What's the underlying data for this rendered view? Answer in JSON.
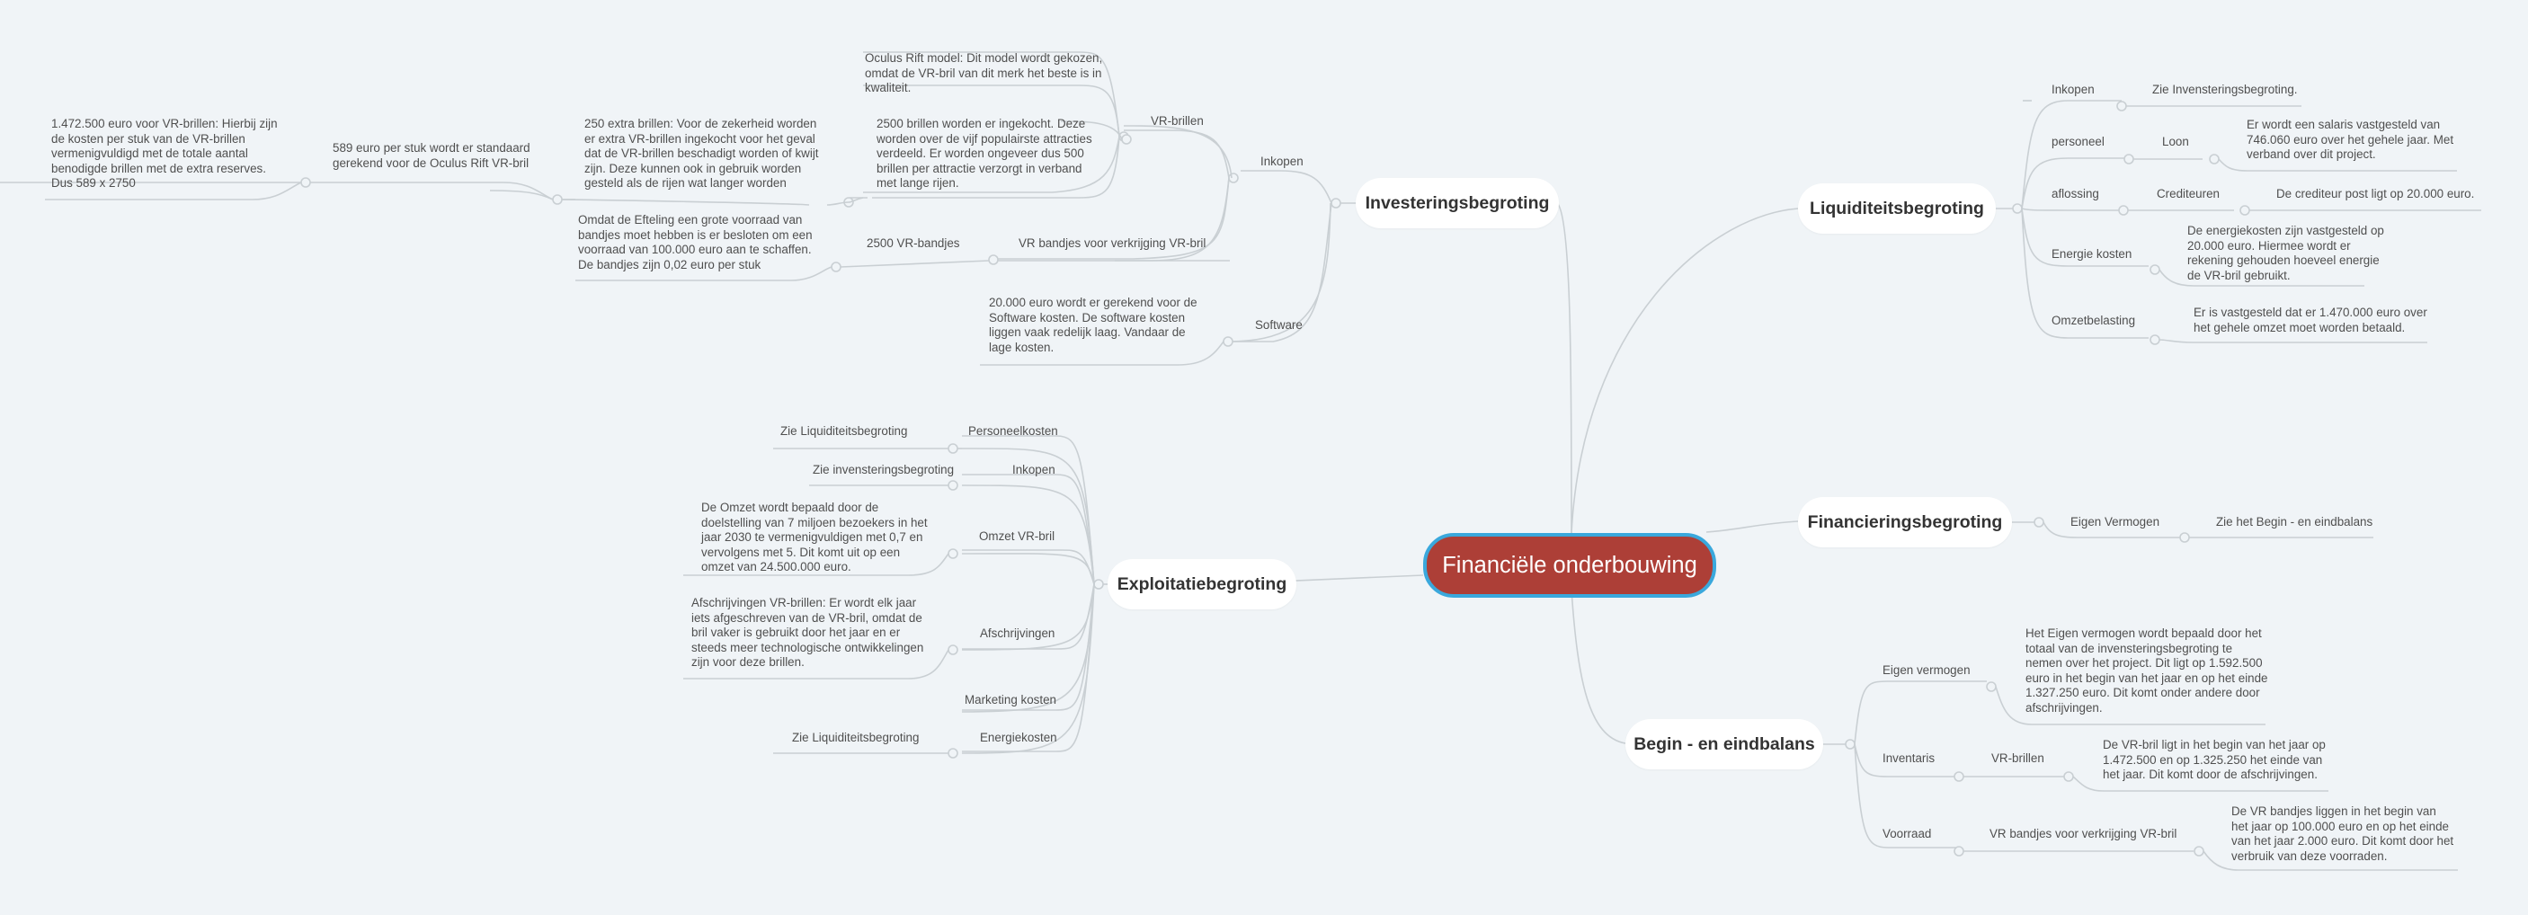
{
  "root": "Financiële onderbouwing",
  "colors": {
    "root_fill": "#ad3f37",
    "root_border": "#3aa8dc",
    "line": "#c9cfd3",
    "background": "#f0f4f7"
  },
  "investering": {
    "title": "Investeringsbegroting",
    "inkopen": "Inkopen",
    "vr_brillen": "VR-brillen",
    "oculus": "Oculus Rift model: Dit model wordt gekozen, omdat de VR-bril van dit merk het beste is in kwaliteit.",
    "brillen2500": "2500 brillen worden er ingekocht. Deze worden over de vijf populairste attracties verdeeld. Er worden ongeveer dus 500 brillen per attractie verzorgt in verband met lange rijen.",
    "extra250": "250 extra brillen: Voor de zekerheid worden er extra VR-brillen ingekocht voor het geval dat de VR-brillen beschadigt worden of kwijt zijn. Deze kunnen ook in gebruik worden gesteld als de rijen wat langer worden",
    "per_stuk": "589 euro per stuk wordt er standaard gerekend voor de Oculus Rift VR-bril",
    "totaal": "1.472.500 euro voor VR-brillen: Hierbij zijn de kosten per stuk van de VR-brillen vermenigvuldigd met de totale aantal benodigde brillen met de extra reserves. Dus 589 x 2750",
    "bandjes": "VR bandjes voor verkrijging VR-bril",
    "bandjes2500": "2500 VR-bandjes",
    "bandjes_text": "Omdat de Efteling een grote voorraad van bandjes moet hebben is er besloten om een voorraad van 100.000 euro aan te schaffen. De bandjes zijn 0,02 euro per stuk",
    "software": "Software",
    "software_text": "20.000 euro wordt er gerekend voor de Software kosten. De software kosten liggen vaak redelijk laag. Vandaar de lage kosten."
  },
  "exploitatie": {
    "title": "Exploitatiebegroting",
    "personeelkosten": "Personeelkosten",
    "zie_liq1": "Zie Liquiditeitsbegroting",
    "inkopen": "Inkopen",
    "zie_inv": "Zie invensteringsbegroting",
    "omzet": "Omzet VR-bril",
    "omzet_text": "De Omzet wordt bepaald door de doelstelling van 7 miljoen bezoekers in het jaar 2030 te vermenigvuldigen met 0,7 en vervolgens met 5. Dit komt uit op een omzet van 24.500.000  euro.",
    "afschrijvingen": "Afschrijvingen",
    "afschrijvingen_text": "Afschrijvingen VR-brillen: Er wordt elk jaar iets afgeschreven van de VR-bril, omdat de bril vaker is gebruikt door het jaar en er steeds meer technologische ontwikkelingen zijn voor deze brillen.",
    "marketing": "Marketing kosten",
    "energie": "Energiekosten",
    "zie_liq2": "Zie Liquiditeitsbegroting"
  },
  "liquiditeit": {
    "title": "Liquiditeitsbegroting",
    "inkopen": "Inkopen",
    "zie_inv": "Zie Invensteringsbegroting.",
    "personeel": "personeel",
    "loon": "Loon",
    "loon_text": "Er wordt een salaris vastgesteld van 746.060 euro over het gehele jaar. Met verband over dit project.",
    "aflossing": "aflossing",
    "crediteuren": "Crediteuren",
    "crediteur_text": "De crediteur post ligt op 20.000 euro.",
    "energie": "Energie kosten",
    "energie_text": "De energiekosten zijn vastgesteld op 20.000 euro. Hiermee wordt er rekening gehouden hoeveel energie de VR-bril gebruikt.",
    "omzetbelasting": "Omzetbelasting",
    "omzetbelasting_text": "Er is vastgesteld dat er 1.470.000 euro over het gehele omzet moet worden betaald."
  },
  "financiering": {
    "title": "Financieringsbegroting",
    "eigen": "Eigen Vermogen",
    "zie": "Zie het Begin - en eindbalans"
  },
  "balans": {
    "title": "Begin - en eindbalans",
    "eigen": "Eigen vermogen",
    "eigen_text": "Het Eigen vermogen wordt bepaald door het totaal van de invensteringsbegroting te nemen over het project. Dit ligt op 1.592.500 euro in het begin van het jaar en  op het einde 1.327.250 euro. Dit komt onder andere door afschrijvingen.",
    "inventaris": "Inventaris",
    "vr_brillen": "VR-brillen",
    "vr_text": "De VR-bril ligt in het begin van het jaar op 1.472.500 en op 1.325.250 het einde van het jaar. Dit komt door de afschrijvingen.",
    "voorraad": "Voorraad",
    "bandjes": "VR bandjes voor verkrijging VR-bril",
    "bandjes_text": "De VR bandjes liggen in het begin van het jaar op 100.000 euro en op het einde van het jaar 2.000 euro. Dit komt door het verbruik van deze voorraden."
  }
}
